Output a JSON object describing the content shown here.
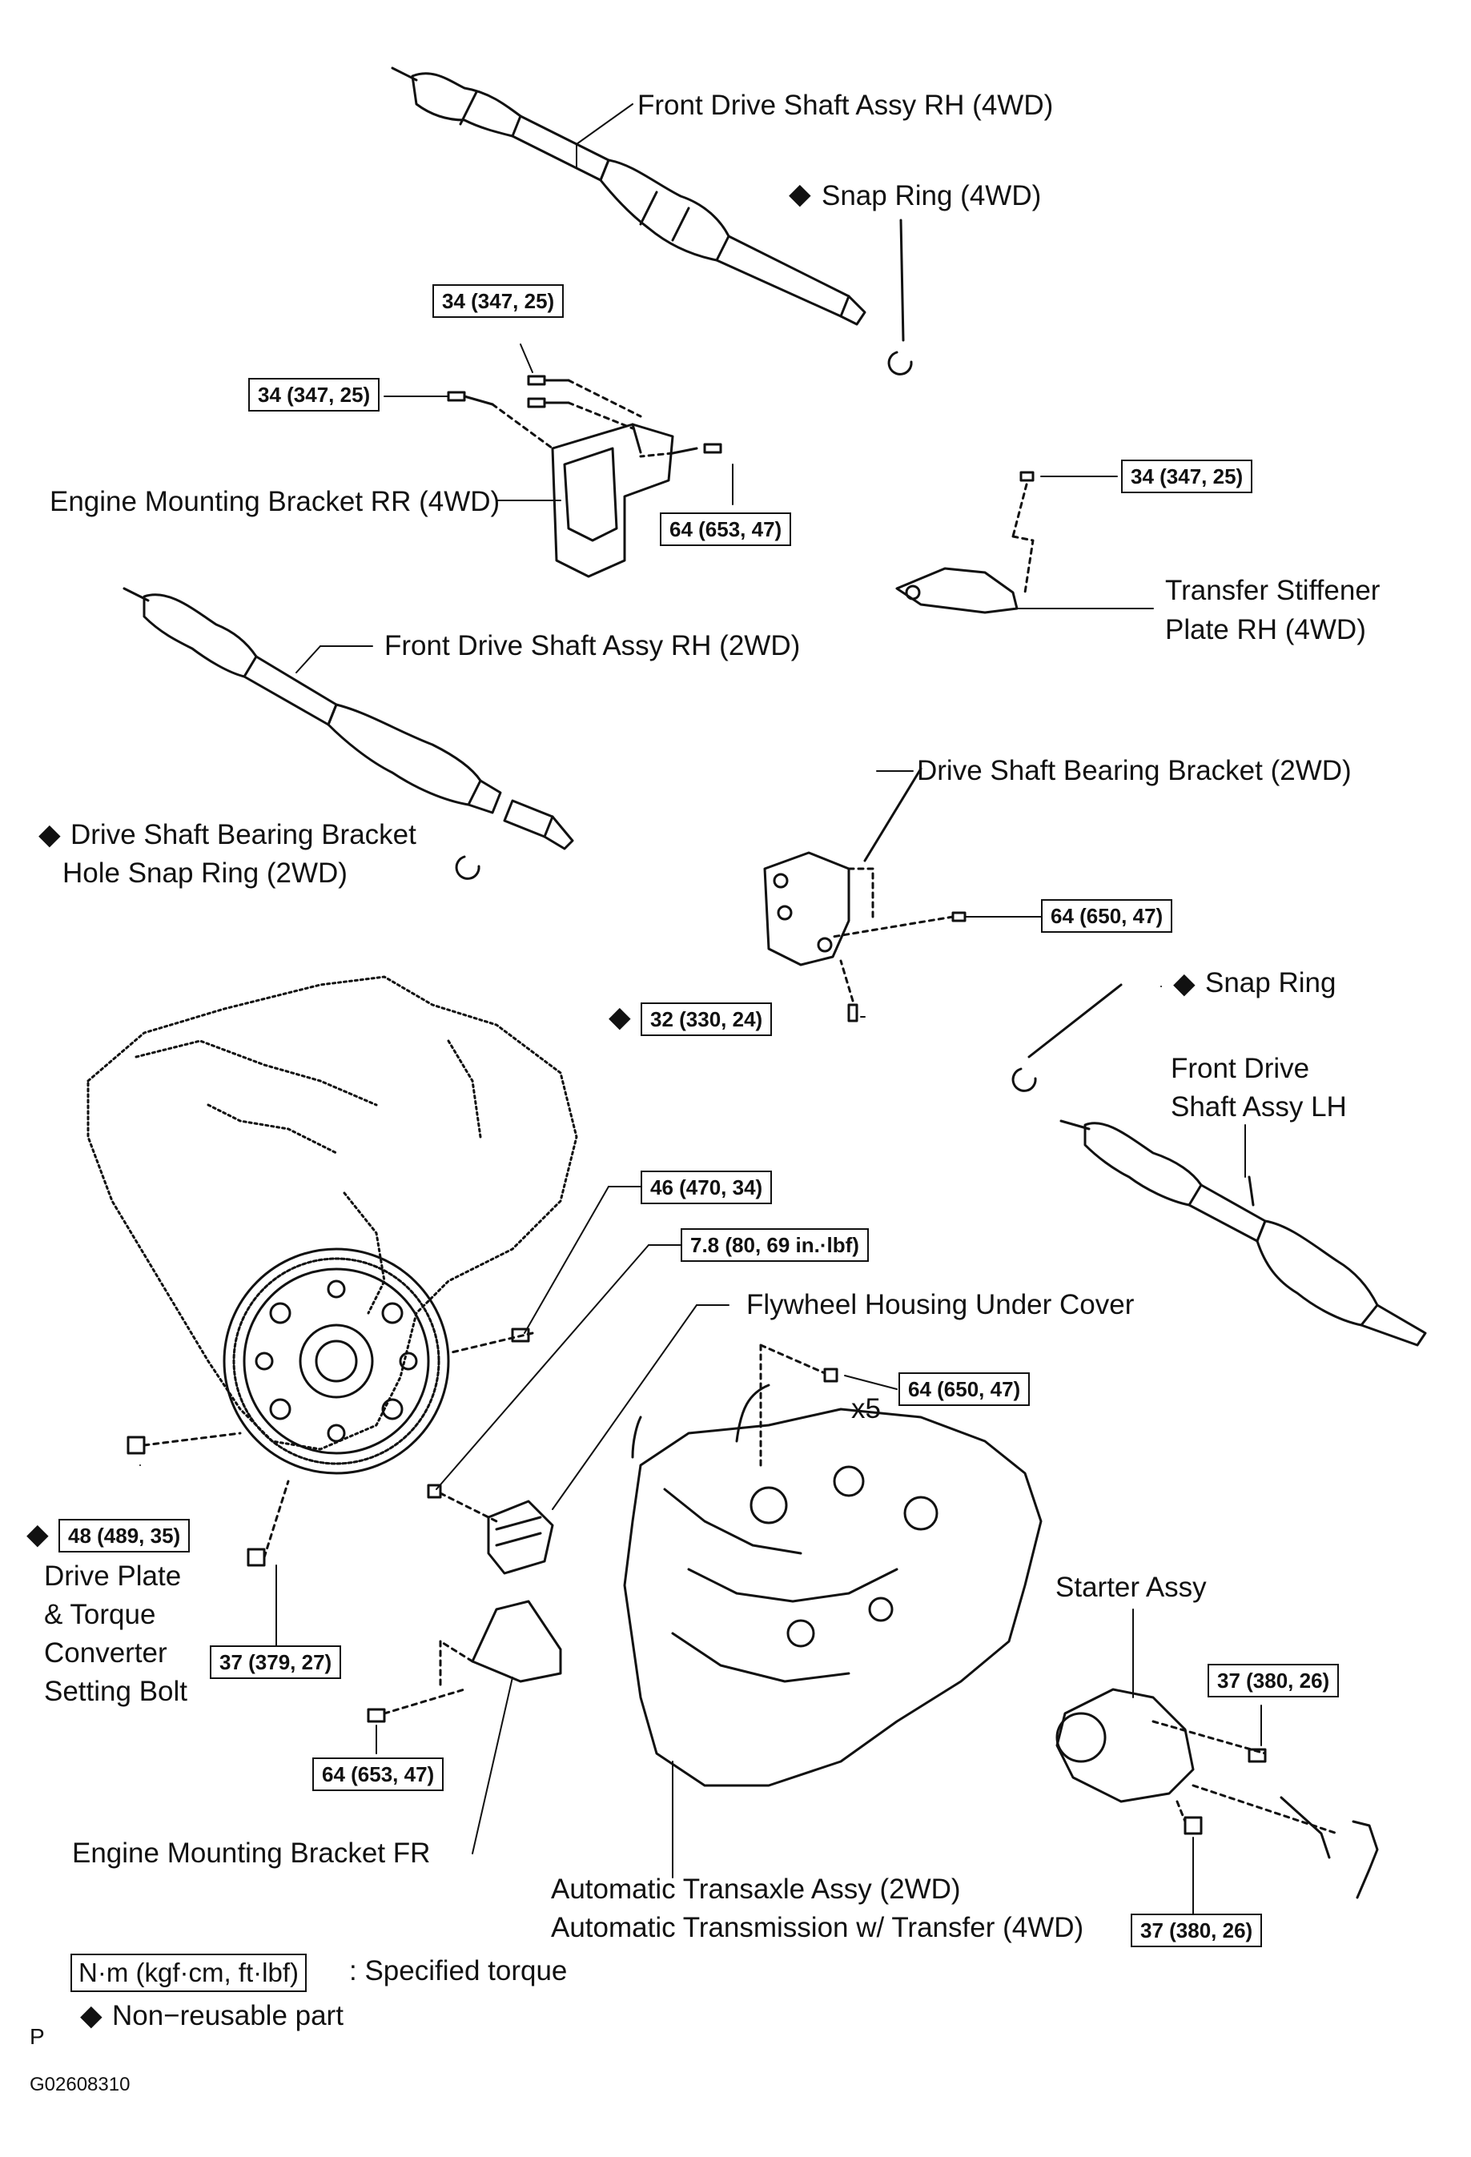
{
  "labels": {
    "fdsa_rh_4wd": "Front Drive Shaft Assy RH (4WD)",
    "snap_ring_4wd": "Snap Ring (4WD)",
    "emb_rr": "Engine Mounting Bracket RR (4WD)",
    "tsp_rh_1": "Transfer Stiffener",
    "tsp_rh_2": "Plate RH (4WD)",
    "fdsa_rh_2wd": "Front Drive Shaft Assy RH (2WD)",
    "dsbb_2wd": "Drive Shaft Bearing Bracket (2WD)",
    "dsbb_snap_1": "Drive Shaft Bearing Bracket",
    "dsbb_snap_2": "Hole Snap Ring (2WD)",
    "snap_ring": "Snap Ring",
    "fdsa_lh_1": "Front Drive",
    "fdsa_lh_2": "Shaft Assy LH",
    "fhuc": "Flywheel Housing Under Cover",
    "x5": "x5",
    "dp_1": "Drive Plate",
    "dp_2": "& Torque",
    "dp_3": "Converter",
    "dp_4": "Setting Bolt",
    "starter": "Starter Assy",
    "emb_fr": "Engine Mounting Bracket FR",
    "ata_1": "Automatic Transaxle Assy (2WD)",
    "ata_2": "Automatic Transmission w/ Transfer (4WD)"
  },
  "torques": {
    "t_34a": "34 (347, 25)",
    "t_34b": "34 (347, 25)",
    "t_64_653a": "64 (653, 47)",
    "t_34c": "34 (347, 25)",
    "t_64_650a": "64 (650, 47)",
    "t_32": "32 (330, 24)",
    "t_46": "46 (470, 34)",
    "t_78": "7.8 (80, 69 in.·lbf)",
    "t_64_650b": "64 (650, 47)",
    "t_48": "48 (489, 35)",
    "t_37_379": "37 (379, 27)",
    "t_37_380a": "37 (380, 26)",
    "t_64_653b": "64 (653, 47)",
    "t_37_380b": "37 (380, 26)"
  },
  "legend": {
    "unit_box": "N·m (kgf·cm, ft·lbf)",
    "unit_text": ": Specified torque",
    "nonreusable": "Non−reusable part"
  },
  "footer": {
    "p_mark": "P",
    "code": "G02608310"
  },
  "symbols": {
    "nonreusable": "◆"
  }
}
